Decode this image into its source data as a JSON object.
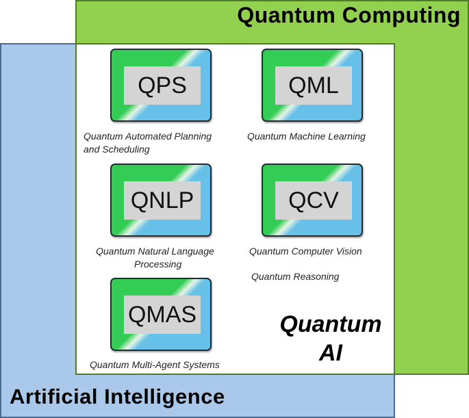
{
  "regions": {
    "quantum_computing": "Quantum Computing",
    "artificial_intelligence": "Artificial Intelligence",
    "overlap_line1": "Quantum",
    "overlap_line2": "AI"
  },
  "tiles": [
    {
      "label": "QPS",
      "caption_line1": "Quantum Automated Planning",
      "caption_line2": "and Scheduling"
    },
    {
      "label": "QML",
      "caption_line1": "Quantum Machine Learning",
      "caption_line2": ""
    },
    {
      "label": "QNLP",
      "caption_line1": "Quantum Natural Language",
      "caption_line2": "Processing"
    },
    {
      "label": "QCV",
      "caption_line1": "Quantum Computer Vision",
      "caption_line2": ""
    },
    {
      "label": "QMAS",
      "caption_line1": "Quantum Multi-Agent Systems",
      "caption_line2": ""
    }
  ],
  "standalone_caption": "Quantum Reasoning",
  "colors": {
    "quantum_computing": "#92d050",
    "artificial_intelligence": "#a9c8ea",
    "tile_green": "#33cc55",
    "tile_blue": "#66c0e8"
  }
}
